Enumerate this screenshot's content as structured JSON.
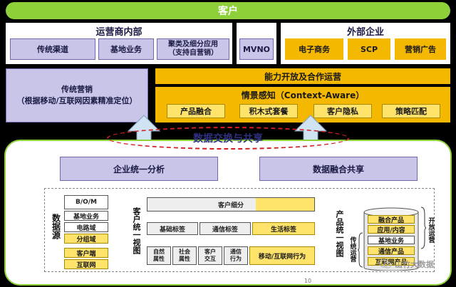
{
  "top": {
    "customer": "客户"
  },
  "operator": {
    "title": "运营商内部",
    "items": [
      "传统渠道",
      "基地业务",
      "聚类及细分应用\n（支持自营销）"
    ]
  },
  "mvno": "MVNO",
  "external": {
    "title": "外部企业",
    "items": [
      "电子商务",
      "SCP",
      "营销广告"
    ]
  },
  "traditional_marketing": "传统营销\n（根据移动/互联网因素精准定位）",
  "capability": "能力开放及合作运营",
  "context": {
    "title": "情景感知（Context-Aware）",
    "items": [
      "产品融合",
      "积木式套餐",
      "客户隐私",
      "策略匹配"
    ]
  },
  "exchange": "数据交换与共享",
  "mid": {
    "left": "企业统一分析",
    "right": "数据融合共享"
  },
  "data_source": {
    "label": "数据源",
    "items": [
      "B/O/M",
      "基地业务",
      "电路域",
      "分组域",
      "客户端",
      "互联网"
    ]
  },
  "customer_view": {
    "label": "客户统一视图",
    "segment": "客户细分",
    "tags": [
      "基础标签",
      "通信标签",
      "生活标签"
    ],
    "attrs": [
      "自然\n属性",
      "社会\n属性",
      "客户\n交互",
      "通信\n行为",
      "移动/互联网行为"
    ]
  },
  "product_view": {
    "label": "产品统一视图",
    "traditional": "传统运营",
    "cylinder": [
      "融合产品",
      "应用/内容",
      "基地业务",
      "通信产品",
      "互联网产品"
    ],
    "open": "开放运营"
  },
  "page_number": "10",
  "watermark": "山竹大数据"
}
